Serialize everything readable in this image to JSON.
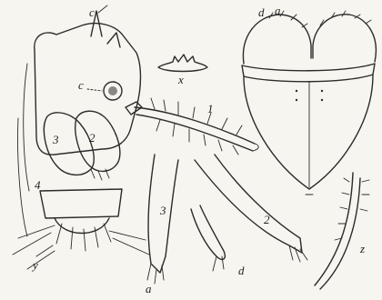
{
  "figure": {
    "labels": {
      "c_top": "c",
      "c_eye": "c",
      "one": "1",
      "two": "2",
      "three": "3",
      "four": "4",
      "x": "x",
      "y": "y",
      "d_top": "d",
      "a_top": "a",
      "three_lower": "3",
      "two_lower": "2",
      "a_lower": "a",
      "d_lower": "d",
      "z": "z"
    }
  }
}
